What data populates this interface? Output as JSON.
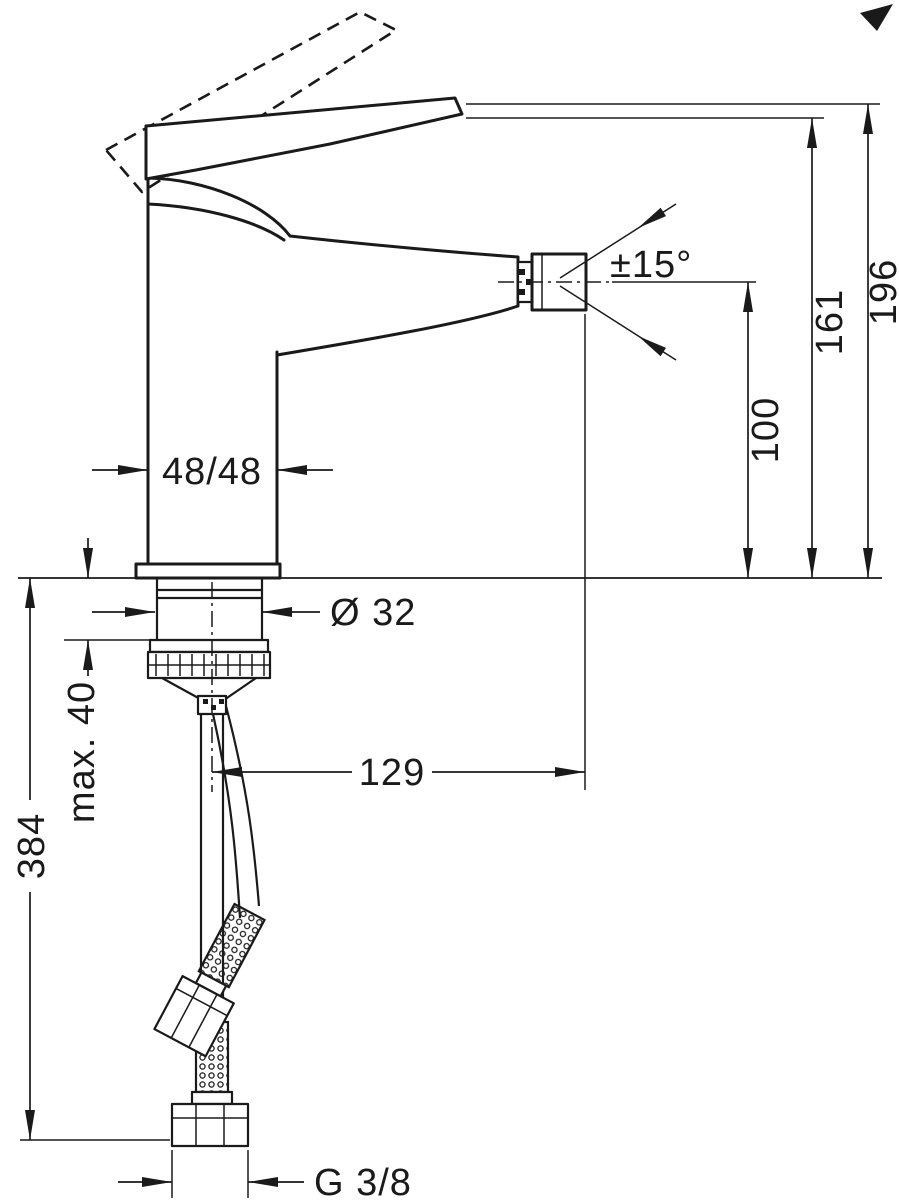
{
  "page": {
    "background": "#ffffff"
  },
  "drawing": {
    "stroke_color": "#1a1a1a",
    "labels": {
      "spout_width": "48/48",
      "swivel_angle": "±15°",
      "height_total": "196",
      "height_body": "161",
      "height_spout": "100",
      "hole_diameter": "Ø 32",
      "max_deck_thickness": "max. 40",
      "spout_reach": "129",
      "hose_length": "384",
      "connection_thread": "G 3/8"
    }
  }
}
